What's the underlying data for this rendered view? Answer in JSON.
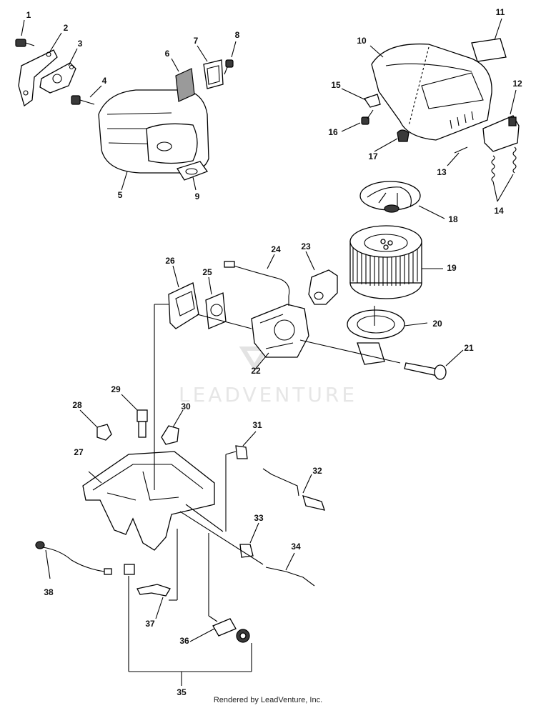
{
  "watermark": "LEADVENTURE",
  "footer": "Rendered by LeadVenture, Inc.",
  "callouts": [
    "1",
    "2",
    "3",
    "4",
    "5",
    "6",
    "7",
    "8",
    "9",
    "10",
    "11",
    "12",
    "13",
    "14",
    "15",
    "16",
    "17",
    "18",
    "19",
    "20",
    "21",
    "22",
    "23",
    "24",
    "25",
    "26",
    "27",
    "28",
    "29",
    "30",
    "31",
    "32",
    "33",
    "34",
    "35",
    "36",
    "37",
    "38"
  ]
}
